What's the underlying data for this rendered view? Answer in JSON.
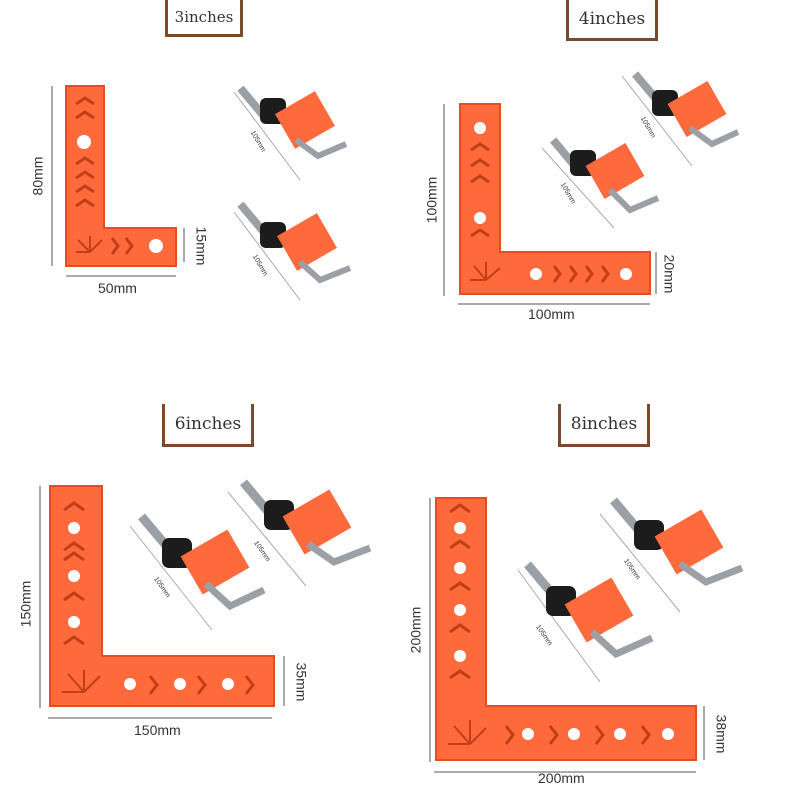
{
  "sizes": [
    {
      "label": "3inches",
      "height": "80mm",
      "width": "50mm",
      "thickness": "15mm",
      "clamp": "105mm"
    },
    {
      "label": "4inches",
      "height": "100mm",
      "width": "100mm",
      "thickness": "20mm",
      "clamp": "105mm"
    },
    {
      "label": "6inches",
      "height": "150mm",
      "width": "150mm",
      "thickness": "35mm",
      "clamp": "105mm"
    },
    {
      "label": "8inches",
      "height": "200mm",
      "width": "200mm",
      "thickness": "38mm",
      "clamp": "105mm"
    }
  ],
  "colors": {
    "ruler": "#ff6a3d",
    "ruler_dark": "#e24e22",
    "knob": "#1c1c1c",
    "rod": "#9aa0a6"
  },
  "icons": [
    "corner-ruler-icon",
    "clamp-icon"
  ]
}
